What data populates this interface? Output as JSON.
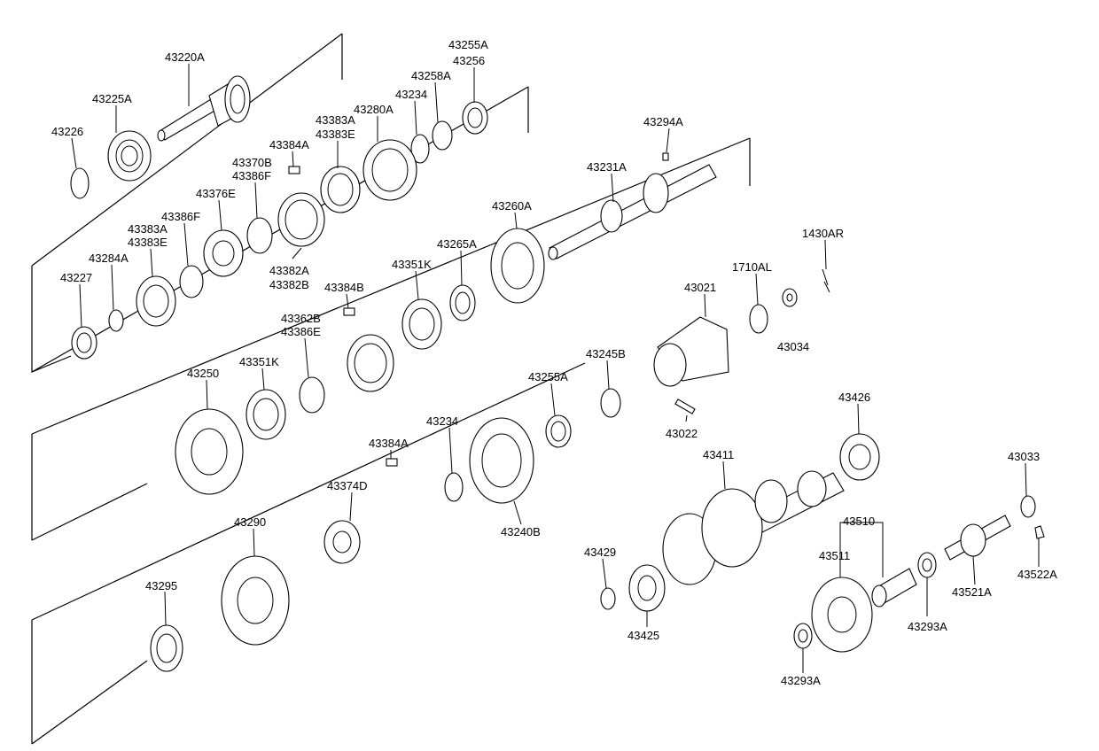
{
  "diagram": {
    "parts": [
      "43220A",
      "43225A",
      "43226",
      "43255A",
      "43256",
      "43258A",
      "43234",
      "43280A",
      "43383A",
      "43383E",
      "43384A",
      "43370B",
      "43386F",
      "43376E",
      "43386F",
      "43383A",
      "43383E",
      "43284A",
      "43227",
      "43382A",
      "43382B",
      "43294A",
      "43231A",
      "43260A",
      "43265A",
      "43351K",
      "43384B",
      "1430AR",
      "1710AL",
      "43021",
      "43034",
      "43362B",
      "43386E",
      "43250",
      "43351K",
      "43245B",
      "43255A",
      "43234",
      "43384A",
      "43022",
      "43426",
      "43411",
      "43374D",
      "43240B",
      "43033",
      "43510",
      "43511",
      "43290",
      "43429",
      "43425",
      "43522A",
      "43521A",
      "43293A",
      "43295",
      "43293A"
    ]
  }
}
